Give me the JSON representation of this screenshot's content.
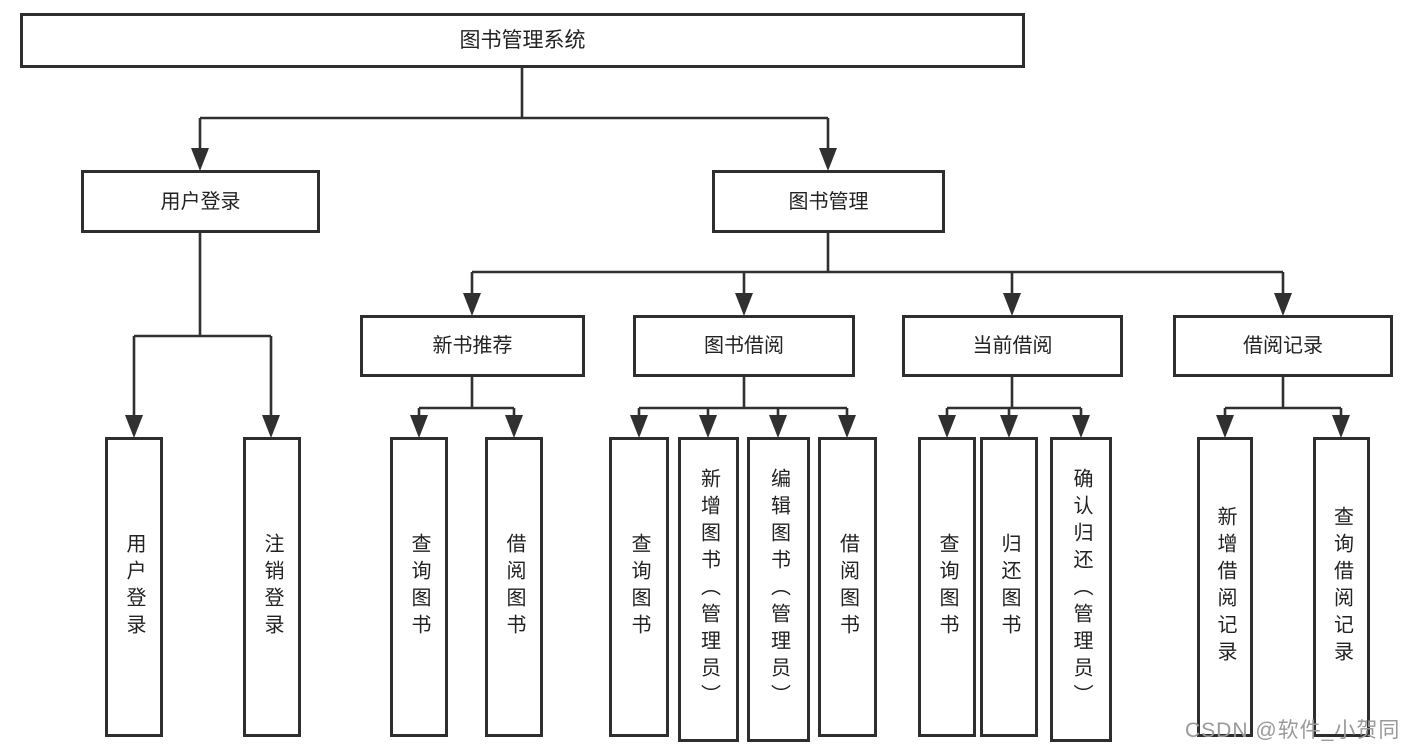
{
  "tree": {
    "root": {
      "label": "图书管理系统"
    },
    "branches": [
      {
        "label": "用户登录",
        "leaves": [
          "用户登录",
          "注销登录"
        ]
      },
      {
        "label": "图书管理",
        "groups": [
          {
            "label": "新书推荐",
            "leaves": [
              "查询图书",
              "借阅图书"
            ]
          },
          {
            "label": "图书借阅",
            "leaves": [
              "查询图书",
              "新增图书（管理员）",
              "编辑图书（管理员）",
              "借阅图书"
            ]
          },
          {
            "label": "当前借阅",
            "leaves": [
              "查询图书",
              "归还图书",
              "确认归还（管理员）"
            ]
          },
          {
            "label": "借阅记录",
            "leaves": [
              "新增借阅记录",
              "查询借阅记录"
            ]
          }
        ]
      }
    ]
  },
  "watermark": "CSDN @软件_小贺同学",
  "colors": {
    "line": "#303030",
    "box_border": "#2e2e2e",
    "text": "#222222",
    "watermark": "#9a9a9a",
    "background": "#ffffff"
  }
}
